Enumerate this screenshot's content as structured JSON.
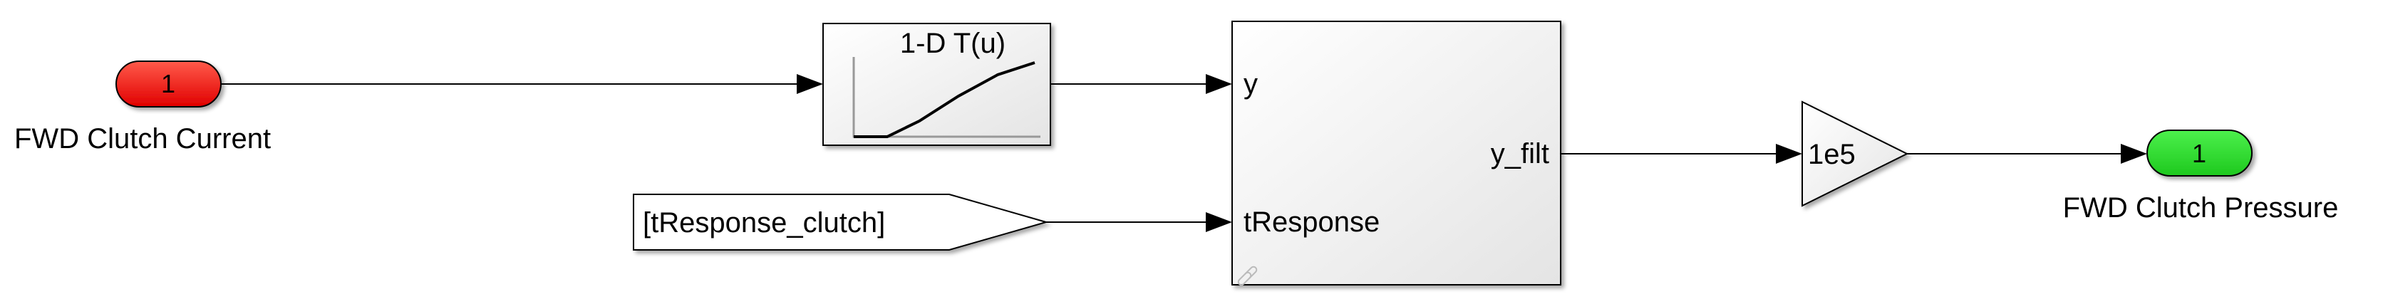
{
  "inport": {
    "number": "1",
    "label": "FWD Clutch Current",
    "color": "#ff0000"
  },
  "lookup_table": {
    "title": "1-D T(u)"
  },
  "goto_from": {
    "tag": "[tResponse_clutch]"
  },
  "filter_block": {
    "port_y": "y",
    "port_tresponse": "tResponse",
    "port_out": "y_filt"
  },
  "gain": {
    "value": "1e5"
  },
  "outport": {
    "number": "1",
    "label": "FWD Clutch Pressure",
    "color": "#22cc22"
  }
}
